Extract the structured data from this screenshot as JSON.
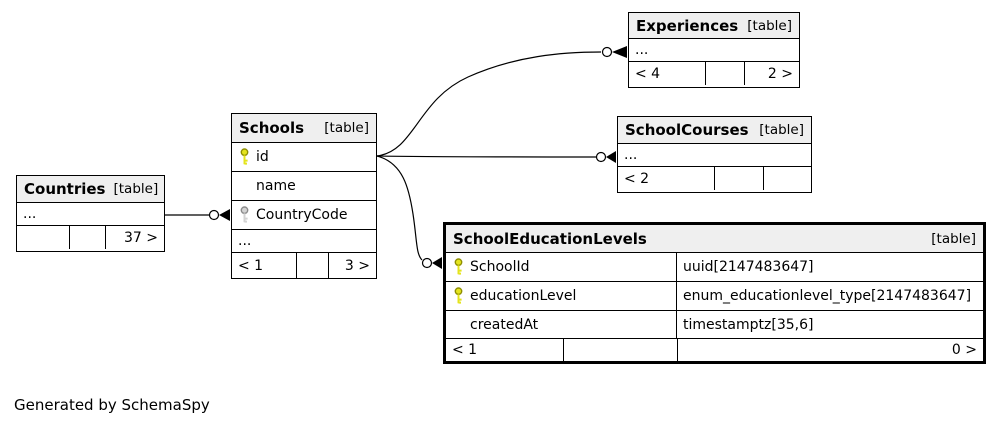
{
  "note": "Generated by SchemaSpy",
  "colors": {
    "header_bg": "#efefef",
    "border": "#000000",
    "pk_fill": "#e4e41e",
    "pk_stroke": "#8f8f00",
    "fk_fill": "#d3d3d3",
    "fk_stroke": "#8a8a8a"
  },
  "tables": {
    "experiences": {
      "name": "Experiences",
      "tag": "[table]",
      "ellipsis": "...",
      "footer": {
        "left": "< 4",
        "mid": "",
        "right": "2 >"
      }
    },
    "school_courses": {
      "name": "SchoolCourses",
      "tag": "[table]",
      "ellipsis": "...",
      "footer": {
        "left": "< 2",
        "mid": "",
        "right": ""
      }
    },
    "countries": {
      "name": "Countries",
      "tag": "[table]",
      "ellipsis": "...",
      "footer": {
        "left": "",
        "mid": "",
        "right": "37 >"
      }
    },
    "schools": {
      "name": "Schools",
      "tag": "[table]",
      "ellipsis": "...",
      "fields": [
        {
          "label": "id",
          "key": "primary"
        },
        {
          "label": "name",
          "key": "none"
        },
        {
          "label": "CountryCode",
          "key": "foreign"
        }
      ],
      "footer": {
        "left": "< 1",
        "mid": "",
        "right": "3 >"
      }
    },
    "school_education_levels": {
      "name": "SchoolEducationLevels",
      "tag": "[table]",
      "fields": [
        {
          "label": "SchoolId",
          "type": "uuid[2147483647]",
          "key": "primary"
        },
        {
          "label": "educationLevel",
          "type": "enum_educationlevel_type[2147483647]",
          "key": "primary"
        },
        {
          "label": "createdAt",
          "type": "timestamptz[35,6]",
          "key": "none"
        }
      ],
      "footer": {
        "left": "< 1",
        "mid": "",
        "right": "0 >"
      }
    }
  },
  "relationships": [
    {
      "from": "Schools",
      "to": "Experiences"
    },
    {
      "from": "Schools",
      "to": "SchoolCourses"
    },
    {
      "from": "Schools",
      "to": "SchoolEducationLevels"
    },
    {
      "from": "Countries",
      "to": "Schools"
    }
  ]
}
